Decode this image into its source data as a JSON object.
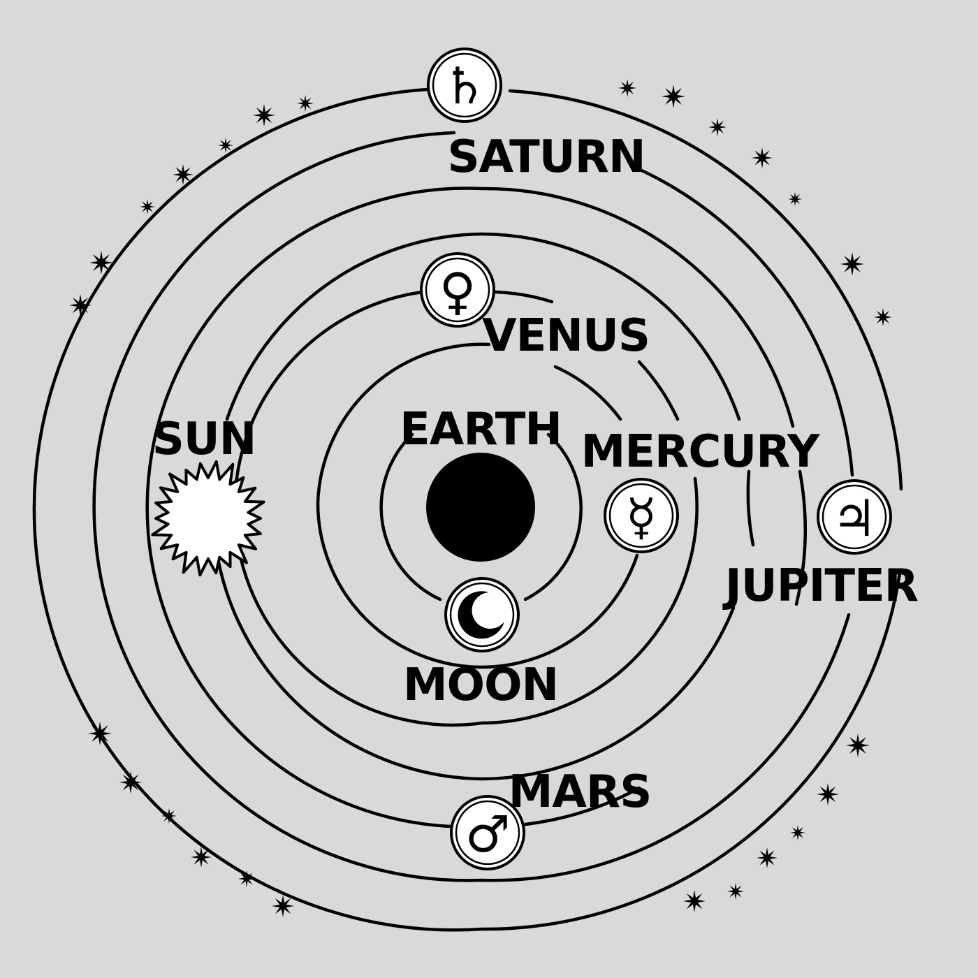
{
  "labels": {
    "saturn": "SATURN",
    "venus": "VENUS",
    "sun": "SUN",
    "earth": "EARTH",
    "mercury": "MERCURY",
    "jupiter": "JUPITER",
    "moon": "MOON",
    "mars": "MARS"
  },
  "symbols": {
    "saturn": "♄",
    "venus": "♀",
    "mercury": "☿",
    "jupiter": "♃",
    "mars": "♂"
  },
  "colors": {
    "background": "#d9d9d9",
    "ink": "#000000",
    "paper": "#ffffff"
  }
}
